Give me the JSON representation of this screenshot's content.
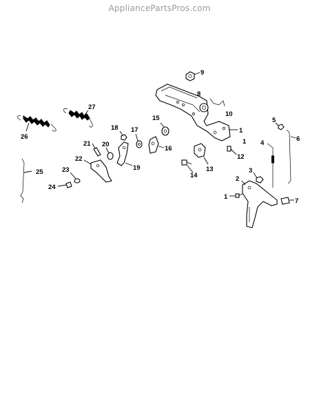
{
  "watermark": "AppliancePartsPros.com",
  "labels": {
    "l1a": "1",
    "l1b": "1",
    "l1c": "1",
    "l2": "2",
    "l3": "3",
    "l4": "4",
    "l5": "5",
    "l6": "6",
    "l7": "7",
    "l8": "8",
    "l9": "9",
    "l10": "10",
    "l12": "12",
    "l13": "13",
    "l14": "14",
    "l15": "15",
    "l16": "16",
    "l17": "17",
    "l18": "18",
    "l19": "19",
    "l20": "20",
    "l21": "21",
    "l22": "22",
    "l23": "23",
    "l24": "24",
    "l25": "25",
    "l26": "26",
    "l27": "27"
  }
}
